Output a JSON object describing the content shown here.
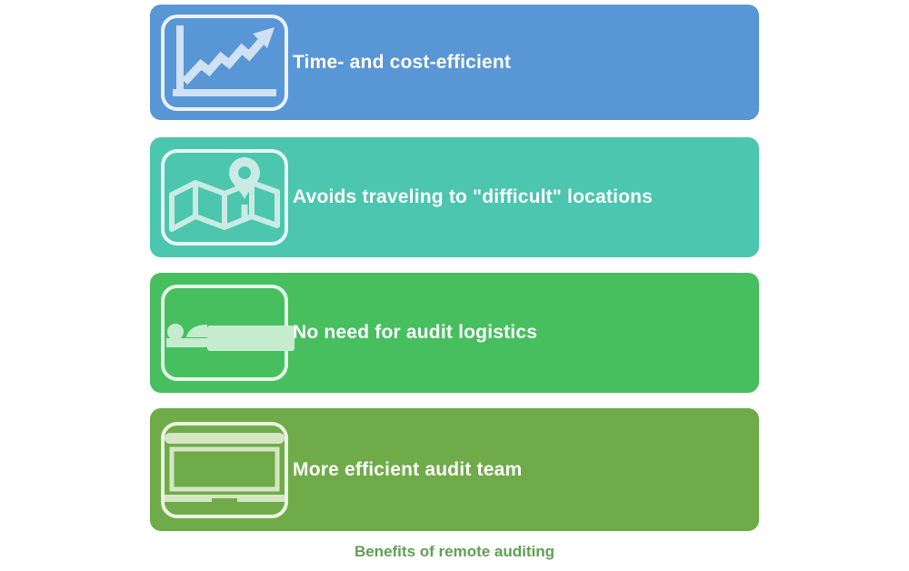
{
  "caption": "Benefits of remote auditing",
  "caption_color": "#5fa052",
  "items": [
    {
      "label": "Time- and cost-efficient",
      "color": "#5996d6",
      "icon": "line-chart-icon"
    },
    {
      "label": "Avoids traveling to \"difficult\" locations",
      "color": "#4cc6ae",
      "icon": "map-pin-icon"
    },
    {
      "label": "No need for audit logistics",
      "color": "#47bf5f",
      "icon": "bed-icon"
    },
    {
      "label": "More efficient audit team",
      "color": "#6fab49",
      "icon": "laptop-icon"
    }
  ]
}
